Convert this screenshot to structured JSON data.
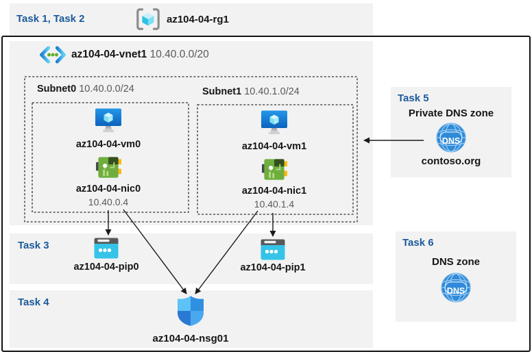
{
  "header": {
    "task_label": "Task 1, Task 2",
    "resource_group_name": "az104-04-rg1"
  },
  "vnet": {
    "name": "az104-04-vnet1",
    "cidr": "10.40.0.0/20",
    "subnet0": {
      "name": "Subnet0",
      "cidr": "10.40.0.0/24",
      "vm_name": "az104-04-vm0",
      "nic_name": "az104-04-nic0",
      "nic_ip": "10.40.0.4"
    },
    "subnet1": {
      "name": "Subnet1",
      "cidr": "10.40.1.0/24",
      "vm_name": "az104-04-vm1",
      "nic_name": "az104-04-nic1",
      "nic_ip": "10.40.1.4"
    }
  },
  "task3": {
    "task_label": "Task 3",
    "pip0_name": "az104-04-pip0",
    "pip1_name": "az104-04-pip1"
  },
  "task4": {
    "task_label": "Task 4",
    "nsg_name": "az104-04-nsg01"
  },
  "task5": {
    "task_label": "Task 5",
    "title": "Private DNS zone",
    "zone_name": "contoso.org",
    "dns_icon_text": "DNS"
  },
  "task6": {
    "task_label": "Task 6",
    "title": "DNS zone",
    "dns_icon_text": "DNS"
  },
  "colors": {
    "task_label_blue": "#1b5a9b",
    "panel_gray": "#f2f2f2",
    "arrow_black": "#1a1a1a",
    "muted_gray": "#595959"
  }
}
